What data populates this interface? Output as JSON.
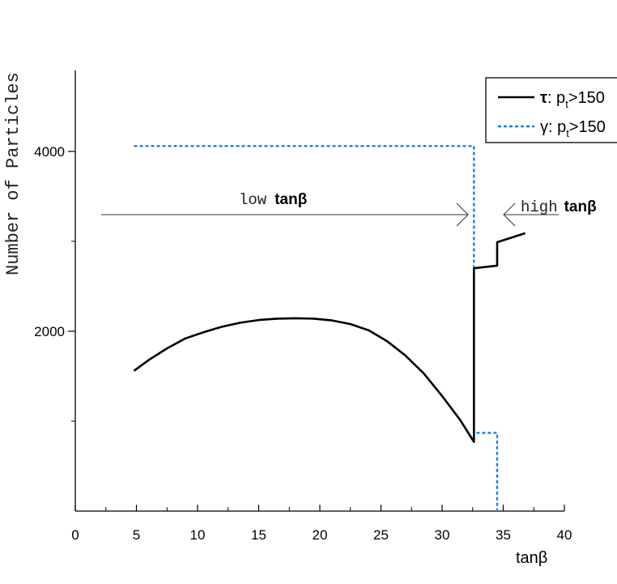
{
  "chart_data": {
    "type": "line",
    "xlabel": "tanβ",
    "ylabel": "Number of Particles",
    "xlim": [
      0,
      40
    ],
    "ylim": [
      0,
      4900
    ],
    "x_ticks": [
      "0",
      "5",
      "10",
      "15",
      "20",
      "25",
      "30",
      "35",
      "40"
    ],
    "y_ticks": [
      "2000",
      "4000"
    ],
    "grid": false,
    "legend_position": "top-right",
    "series": [
      {
        "name": "τ: p_t>150",
        "legend_symbol": "τ",
        "legend_rest": ": p",
        "legend_sub": "t",
        "legend_tail": ">150",
        "color": "#000000",
        "style": "solid",
        "points": [
          [
            4.8,
            1560
          ],
          [
            6,
            1680
          ],
          [
            7.5,
            1810
          ],
          [
            9,
            1920
          ],
          [
            10.5,
            1990
          ],
          [
            12,
            2050
          ],
          [
            13.5,
            2095
          ],
          [
            15,
            2125
          ],
          [
            16.5,
            2140
          ],
          [
            18,
            2145
          ],
          [
            19.5,
            2140
          ],
          [
            21,
            2120
          ],
          [
            22.5,
            2080
          ],
          [
            24,
            2010
          ],
          [
            25.5,
            1890
          ],
          [
            27,
            1730
          ],
          [
            28.5,
            1530
          ],
          [
            30,
            1280
          ],
          [
            31.5,
            1010
          ],
          [
            32.6,
            770
          ],
          [
            32.6,
            2700
          ],
          [
            34.5,
            2730
          ],
          [
            34.5,
            2990
          ],
          [
            36.8,
            3090
          ]
        ]
      },
      {
        "name": "γ: p_t>150",
        "legend_symbol": "γ",
        "legend_rest": ": p",
        "legend_sub": "t",
        "legend_tail": ">150",
        "color": "#1a7fe0",
        "style": "dashed",
        "points": [
          [
            4.8,
            4060
          ],
          [
            32.6,
            4060
          ],
          [
            32.6,
            870
          ],
          [
            34.5,
            870
          ],
          [
            34.5,
            0
          ]
        ]
      }
    ],
    "annotations": {
      "low": {
        "word": "low",
        "math": "tanβ"
      },
      "high": {
        "word": "high",
        "math": "tanβ"
      }
    }
  }
}
